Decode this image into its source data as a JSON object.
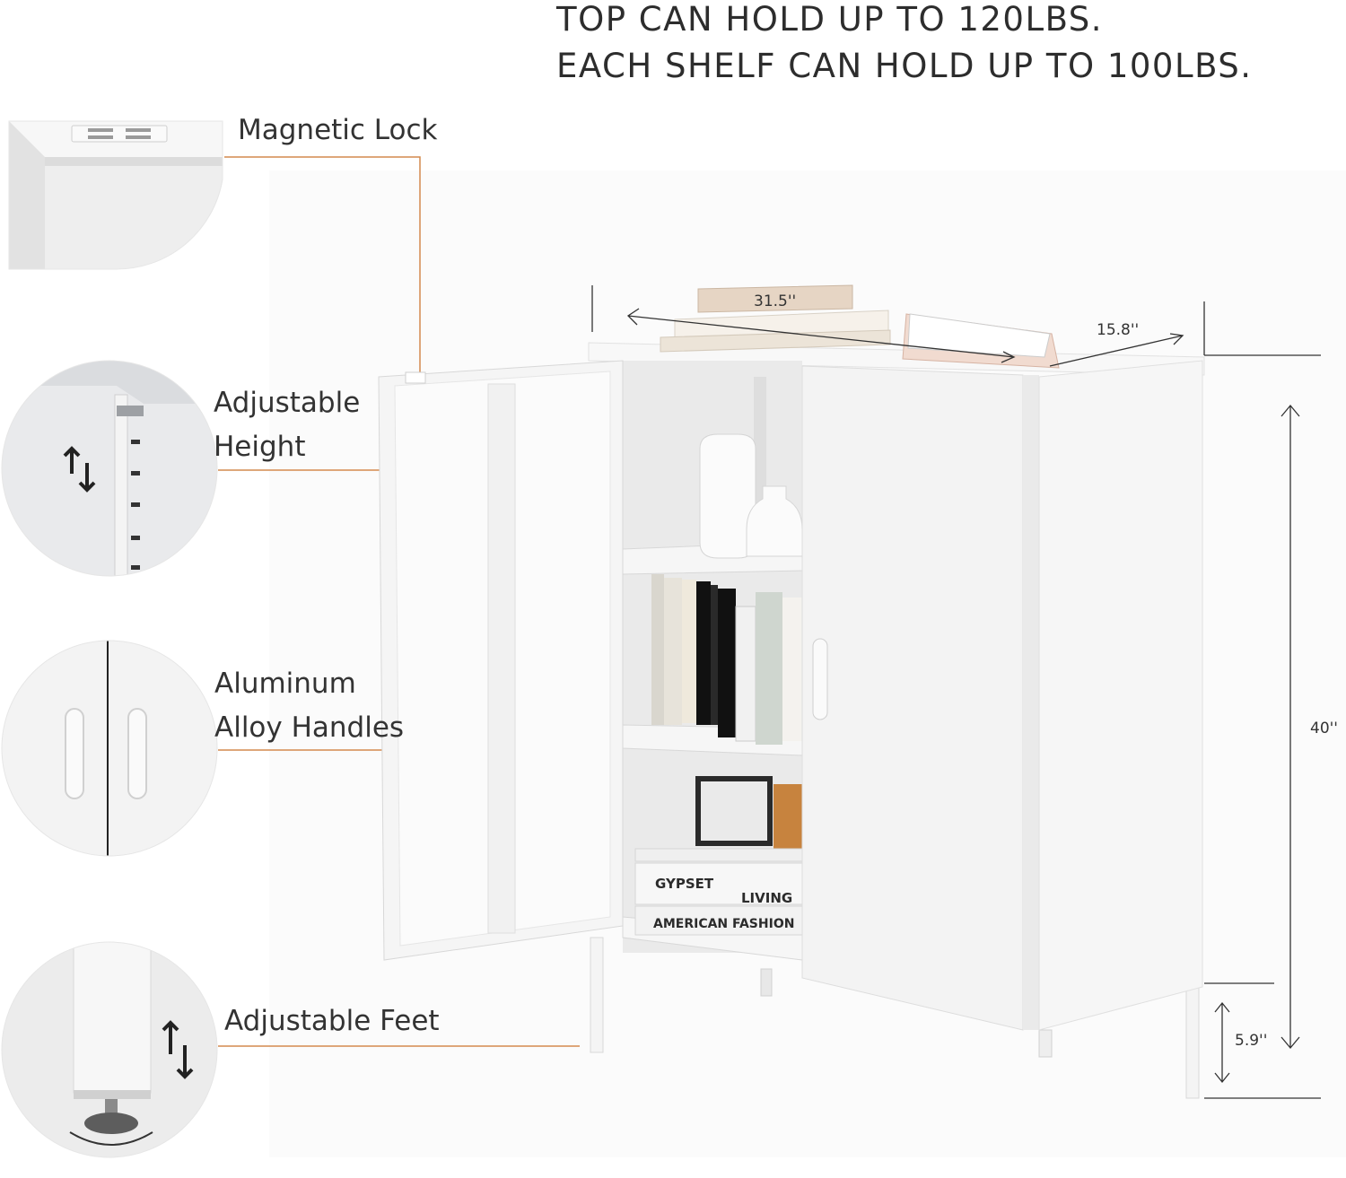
{
  "headline": {
    "line1": "TOP CAN HOLD UP TO 120LBS.",
    "line2": "EACH SHELF CAN HOLD UP TO 100LBS."
  },
  "features": {
    "magnetic_lock": "Magnetic Lock",
    "adjustable_height_line1": "Adjustable",
    "adjustable_height_line2": "Height",
    "handles_line1": "Aluminum",
    "handles_line2": "Alloy Handles",
    "adjustable_feet": "Adjustable Feet"
  },
  "dimensions": {
    "width": "31.5''",
    "depth": "15.8''",
    "height": "40''",
    "leg_height": "5.9''"
  },
  "book_titles": {
    "book1": "GYPSET",
    "book2": "LIVING",
    "book3": "AMERICAN FASHION"
  },
  "colors": {
    "accent": "#d48a4e",
    "cabinet": "#f3f3f3",
    "text": "#2d2d2d"
  }
}
